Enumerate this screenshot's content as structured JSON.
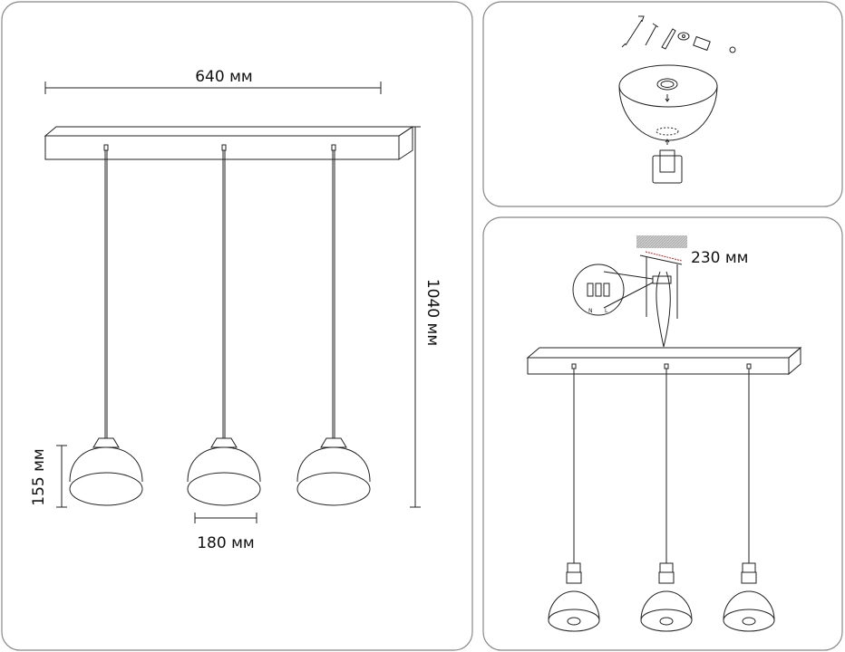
{
  "dimensions": {
    "bar_length": "640 мм",
    "total_height": "1040 мм",
    "shade_height": "155 мм",
    "shade_diameter": "180 мм",
    "canopy_spacing": "230 мм"
  },
  "wiring_labels": {
    "neutral": "N",
    "live": "L"
  },
  "colors": {
    "line": "#222222",
    "panel_border": "#888888",
    "spacing_marker": "#cc2222"
  }
}
